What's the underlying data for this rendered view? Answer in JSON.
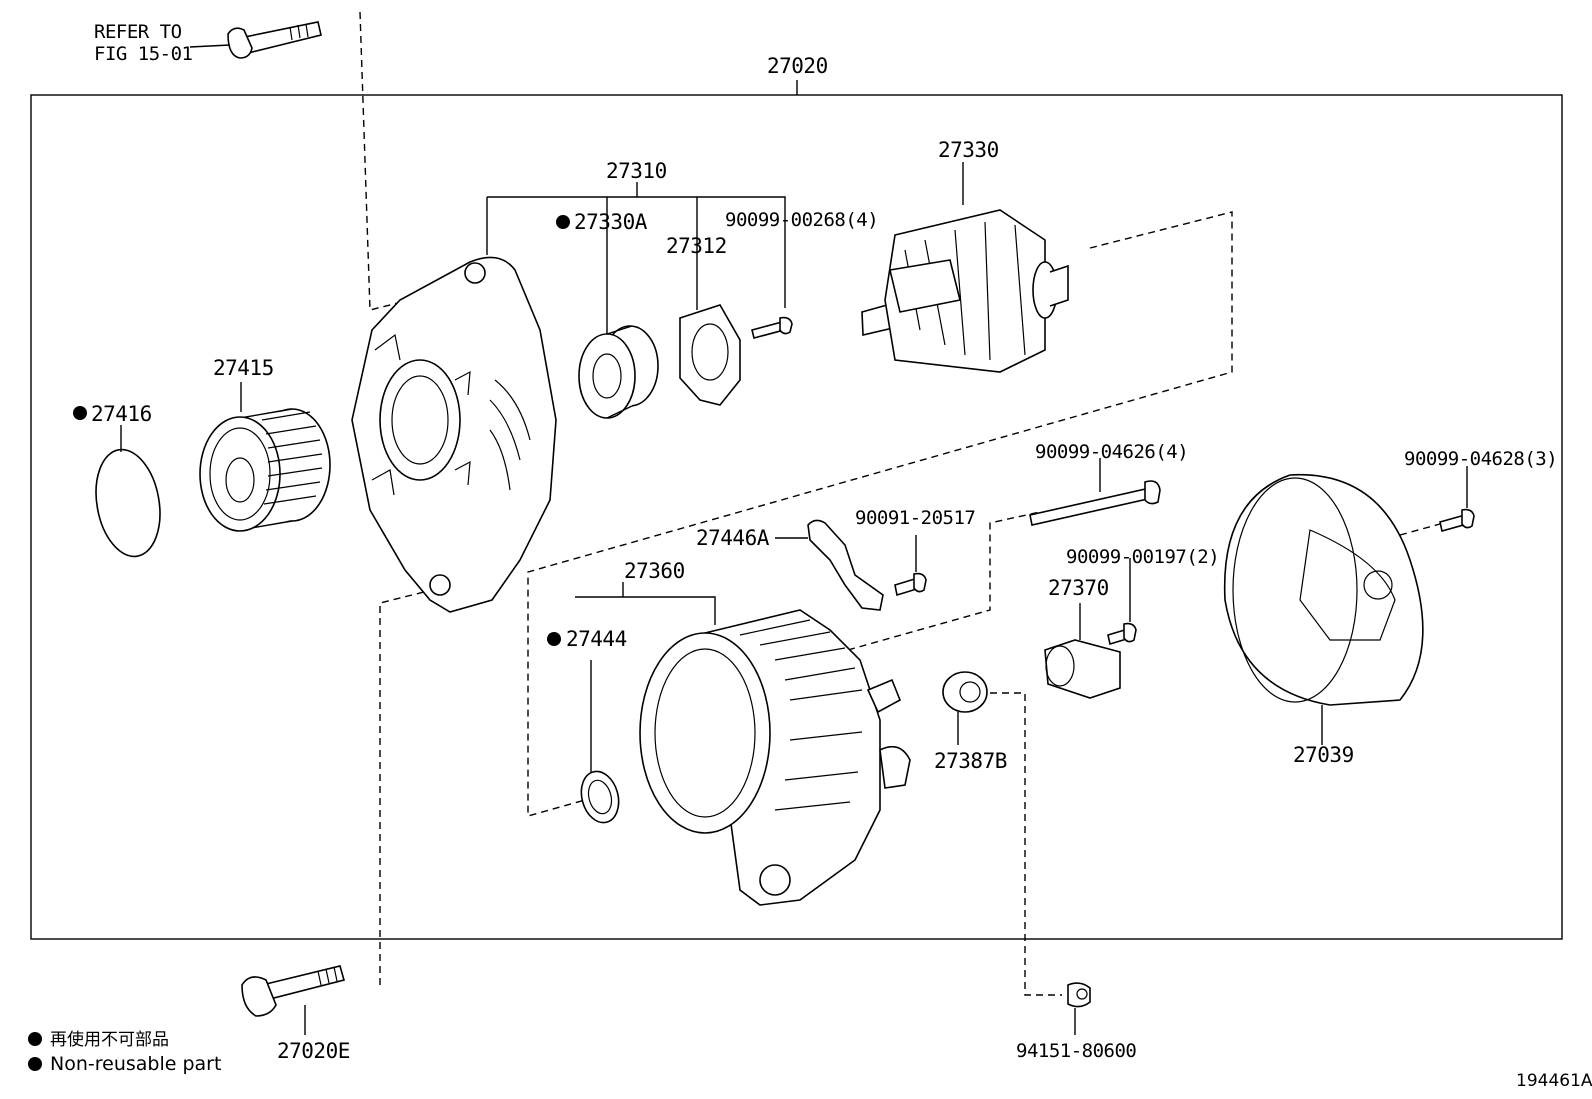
{
  "diagram": {
    "reference_note": {
      "line1": "REFER TO",
      "line2": "FIG 15-01"
    },
    "assembly_label": "27020",
    "parts": {
      "p27310": "27310",
      "p27330A": "27330A",
      "p27312": "27312",
      "p90099_00268": "90099-00268(4)",
      "p27330": "27330",
      "p27415": "27415",
      "p27416": "27416",
      "p90099_04626": "90099-04626(4)",
      "p90099_04628": "90099-04628(3)",
      "p27446A": "27446A",
      "p90091_20517": "90091-20517",
      "p90099_00197": "90099-00197(2)",
      "p27360": "27360",
      "p27370": "27370",
      "p27444": "27444",
      "p27387B": "27387B",
      "p27039": "27039",
      "p27020E": "27020E",
      "p94151_80600": "94151-80600"
    },
    "legend": {
      "jp": "再使用不可部品",
      "en": "Non-reusable part"
    },
    "figure_id": "194461A"
  }
}
